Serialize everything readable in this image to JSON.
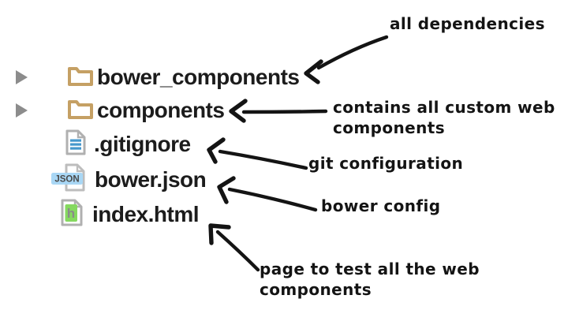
{
  "tree": {
    "items": [
      {
        "name": "bower_components",
        "type": "folder",
        "expandable": true
      },
      {
        "name": "components",
        "type": "folder",
        "expandable": true
      },
      {
        "name": ".gitignore",
        "type": "text-file"
      },
      {
        "name": "bower.json",
        "type": "json-file"
      },
      {
        "name": "index.html",
        "type": "html-file"
      }
    ]
  },
  "icons": {
    "json_badge": "JSON",
    "html_letter": "h"
  },
  "annotations": {
    "all_dependencies": {
      "line1": "all dependencies"
    },
    "components_note": {
      "line1": "contains all custom web",
      "line2": "components"
    },
    "git_note": {
      "line1": "git configuration"
    },
    "bower_note": {
      "line1": "bower config"
    },
    "index_note": {
      "line1": "page to test all the web",
      "line2": "components"
    }
  },
  "colors": {
    "folder": "#c5a064",
    "disclosure_gray": "#8c8c8c",
    "doc_outline_gray": "#b0b0b0",
    "gitignore_lines_blue": "#4597cc",
    "json_badge_bg": "#a9d7f5",
    "json_badge_text": "#4a4a4a",
    "html_green": "#85d95f",
    "html_letter_gray": "#8a8a8a",
    "tree_text": "#1c1c1c",
    "annotation_ink": "#141414"
  }
}
